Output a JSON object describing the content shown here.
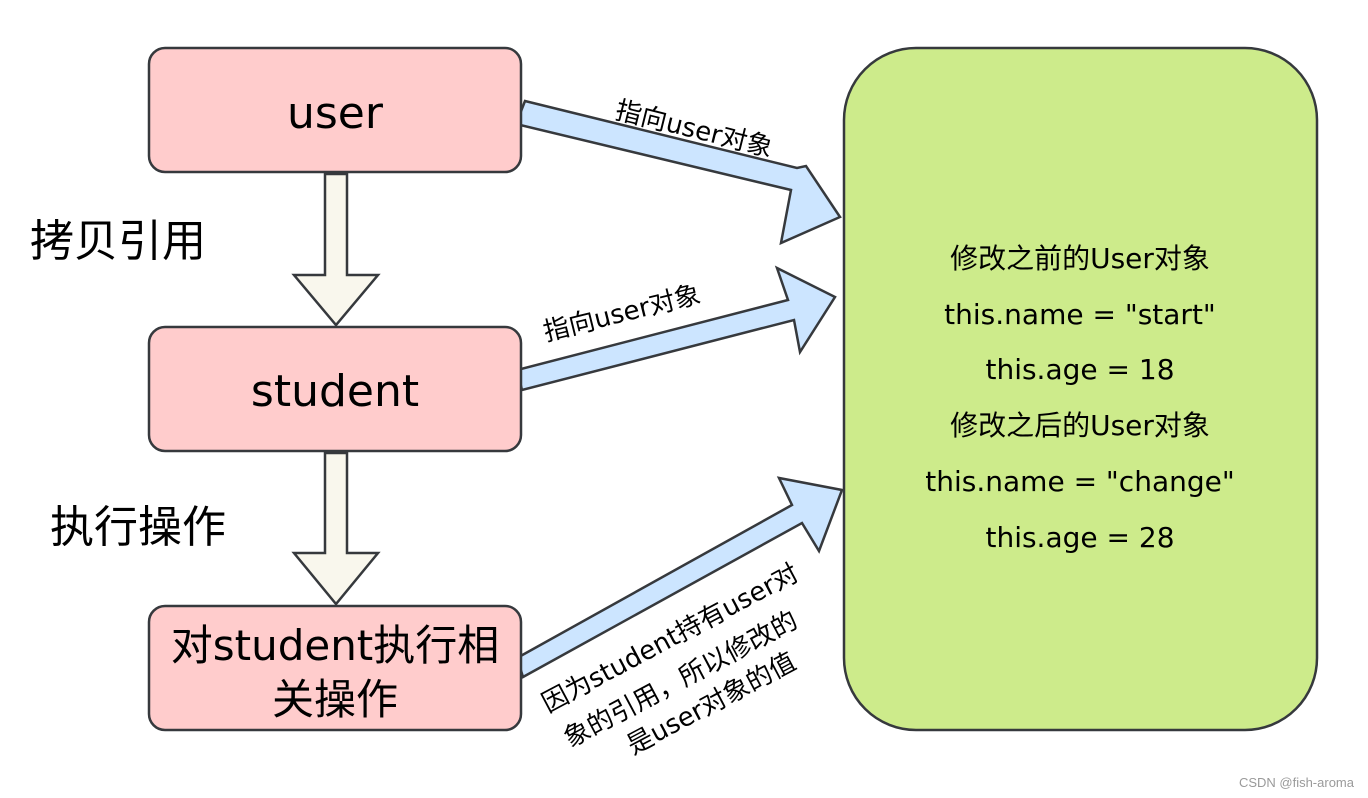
{
  "nodes": {
    "user": {
      "label": "user"
    },
    "student": {
      "label": "student"
    },
    "operate": {
      "lines": [
        "对student执行相",
        "关操作"
      ]
    },
    "object": {
      "lines": [
        "修改之前的User对象",
        "this.name = \"start\"",
        "this.age = 18",
        "修改之后的User对象",
        "this.name = \"change\"",
        "this.age = 28"
      ]
    }
  },
  "edges": {
    "copy_ref": {
      "label": "拷贝引用"
    },
    "execute": {
      "label": "执行操作"
    },
    "user_to_object": {
      "label": "指向user对象"
    },
    "student_to_object": {
      "label": "指向user对象"
    },
    "operate_to_object": {
      "lines": [
        "因为student持有user对",
        "象的引用，所以修改的",
        "是user对象的值"
      ]
    }
  },
  "colors": {
    "node_fill": "#ffcccc",
    "object_fill": "#cdeb8b",
    "arrow_blue": "#cce5ff",
    "arrow_down": "#f9f7ed",
    "stroke": "#36393d"
  },
  "watermark": "CSDN @fish-aroma"
}
